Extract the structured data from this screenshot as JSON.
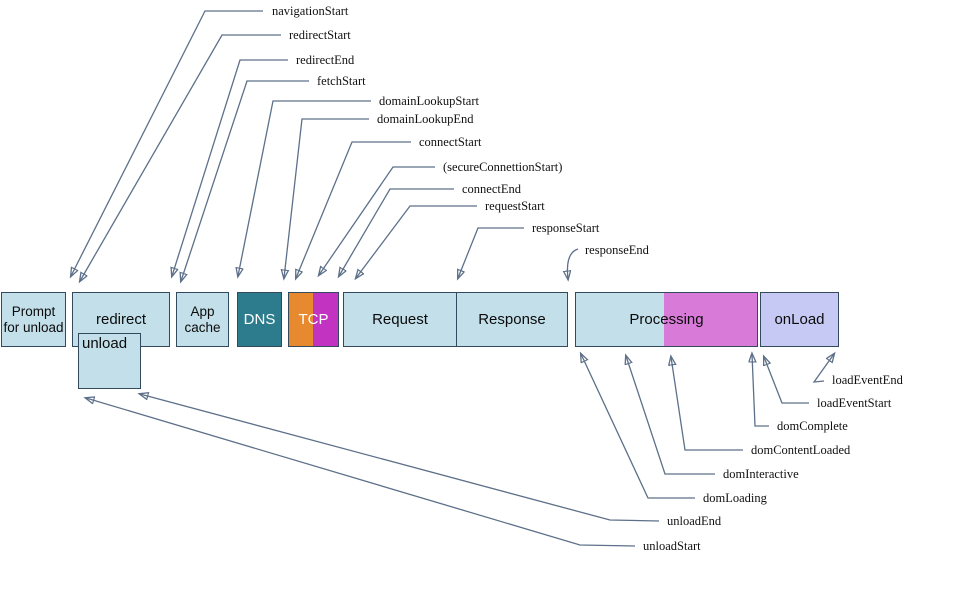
{
  "colors": {
    "box_fill_blue": "#c3dfea",
    "box_border": "#33495e",
    "dns_fill": "#2d7c8d",
    "tcp_orange": "#e78a2f",
    "tcp_magenta": "#c233c2",
    "processing_magenta": "#d77ad8",
    "onload_fill": "#c6c9f3",
    "leader_line": "#5d7089",
    "arrowhead": "#2d4a76"
  },
  "phases": {
    "prompt": "Prompt for unload",
    "redirect": "redirect",
    "unload": "unload",
    "app_cache": "App cache",
    "dns": "DNS",
    "tcp": "TCP",
    "request": "Request",
    "response": "Response",
    "processing": "Processing",
    "onload": "onLoad"
  },
  "events_top": [
    {
      "label": "navigationStart"
    },
    {
      "label": "redirectStart"
    },
    {
      "label": "redirectEnd"
    },
    {
      "label": "fetchStart"
    },
    {
      "label": "domainLookupStart"
    },
    {
      "label": "domainLookupEnd"
    },
    {
      "label": "connectStart"
    },
    {
      "label": "(secureConnettionStart)"
    },
    {
      "label": "connectEnd"
    },
    {
      "label": "requestStart"
    },
    {
      "label": "responseStart"
    },
    {
      "label": "responseEnd"
    }
  ],
  "events_bottom": [
    {
      "label": "loadEventEnd"
    },
    {
      "label": "loadEventStart"
    },
    {
      "label": "domComplete"
    },
    {
      "label": "domContentLoaded"
    },
    {
      "label": "domInteractive"
    },
    {
      "label": "domLoading"
    },
    {
      "label": "unloadEnd"
    },
    {
      "label": "unloadStart"
    }
  ]
}
